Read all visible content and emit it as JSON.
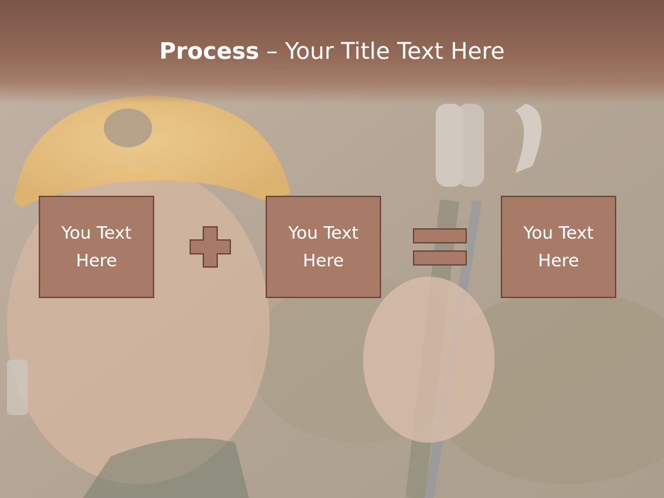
{
  "slide": {
    "title_bold": "Process",
    "title_dash": " – ",
    "title_rest": "Your Title Text Here",
    "boxes": [
      {
        "label": "You Text Here"
      },
      {
        "label": "You Text Here"
      },
      {
        "label": "You Text Here"
      }
    ],
    "operators": [
      "plus-icon",
      "equals-icon"
    ],
    "colors": {
      "title_band": "#8a5f4e",
      "box_fill": "#a87a68",
      "box_border": "#6f4a3c",
      "text": "#ffffff"
    }
  }
}
